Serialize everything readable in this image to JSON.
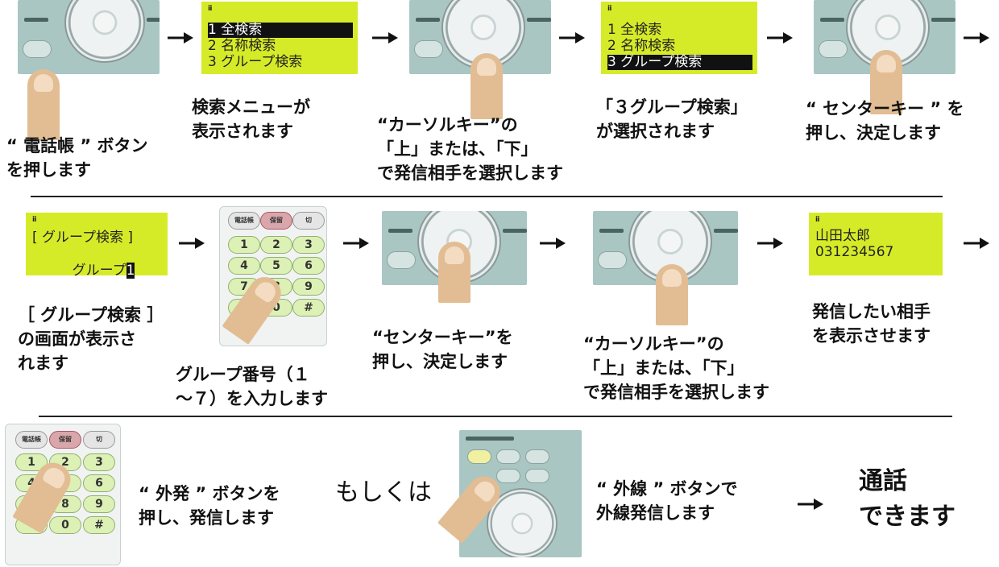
{
  "row1": {
    "caption1": "“ 電話帳 ” ボタン\nを押します",
    "screen1": [
      "1 全検索",
      "2 名称検索",
      "3 グループ検索"
    ],
    "caption2": "検索メニューが\n表示されます",
    "caption3": "“カーソルキー”の\n「上」または、「下」\nで発信相手を選択します",
    "screen2": [
      "1 全検索",
      "2 名称検索",
      "3 グループ検索"
    ],
    "caption4": "「３グループ検索」\nが選択されます",
    "caption5": "“ センターキー ” を\n押し、決定します"
  },
  "row2": {
    "screen3": [
      "[ グループ検索 ]",
      "グループ"
    ],
    "screen3_cursor": "1",
    "caption1": "［ グループ検索 ］\nの画面が表示さ\nれます",
    "caption2": "グループ番号（１\n～７）を入力します",
    "caption3": "“センターキー”を\n押し、決定します",
    "caption4": "“カーソルキー”の\n「上」または、「下」\nで発信相手を選択します",
    "screen4": [
      "山田太郎",
      "031234567"
    ],
    "caption5": "発信したい相手\nを表示させます"
  },
  "row3": {
    "caption1": "“ 外発 ” ボタンを\n押し、発信します",
    "or_text": "もしくは",
    "caption2": "“ 外線 ” ボタンで\n外線発信します",
    "final_text": "通話\nできます"
  },
  "keypad": {
    "top": [
      "電話帳",
      "保留",
      "切"
    ],
    "keys": [
      "1",
      "2",
      "3",
      "4",
      "5",
      "6",
      "7",
      "8",
      "9",
      "*",
      "0",
      "#"
    ]
  },
  "colors": {
    "lcd": "#d6eb28",
    "finger": "#e2bd93",
    "remote": "#a9c6c3",
    "keypad_key": "#ddf0b5"
  }
}
